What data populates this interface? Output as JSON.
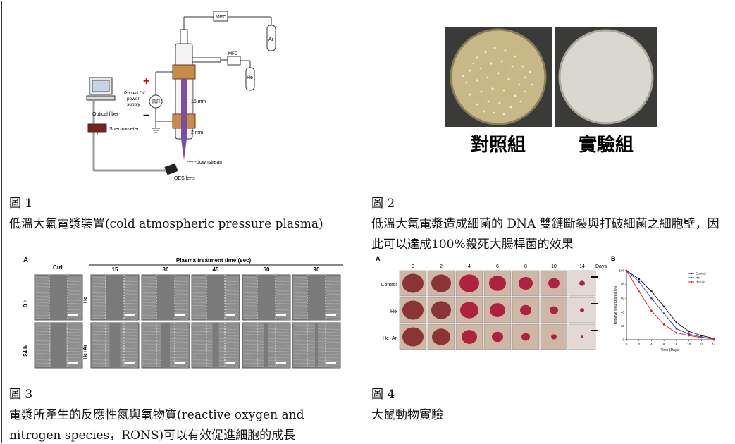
{
  "fig1": {
    "number": "圖 1",
    "caption": "低溫大氣電漿裝置(cold atmospheric pressure plasma)",
    "labels": {
      "mfc_top": "MFC",
      "ar": "Ar",
      "mfc_mid": "MFC",
      "he": "He",
      "plus": "+",
      "minus": "−",
      "power_line1": "Pulsed DC",
      "power_line2": "power",
      "power_line3": "supply",
      "len_15": "15 mm",
      "len_2": "2 mm",
      "optical_fiber": "Optical fiber",
      "spectrometer": "Spectrometer",
      "downstream": "------downstream",
      "oes_lens": "OES lens"
    }
  },
  "fig2": {
    "number": "圖 2",
    "caption": "低溫大氣電漿造成細菌的 DNA 雙鏈斷裂與打破細菌之細胞壁，因此可以達成100%殺死大腸桿菌的效果",
    "control_label": "對照組",
    "experiment_label": "實驗組"
  },
  "fig3": {
    "number": "圖 3",
    "caption": "電漿所產生的反應性氮與氧物質(reactive oxygen and nitrogen species，RONS)可以有效促進細胞的成長",
    "panel": "A",
    "ctrl_label": "Ctrl",
    "treatment_title": "Plasma treatment time (sec)",
    "times": [
      "15",
      "30",
      "45",
      "60",
      "90"
    ],
    "rows": [
      "0 h",
      "24 h"
    ],
    "gas_labels": [
      "He",
      "He+Ar"
    ]
  },
  "fig4": {
    "number": "圖 4",
    "caption": "大鼠動物實驗",
    "panel_a": "A",
    "panel_b": "B",
    "days": [
      "0",
      "2",
      "4",
      "6",
      "8",
      "10",
      "14"
    ],
    "days_label": "Days",
    "groups": [
      "Control",
      "He",
      "He+Ar"
    ],
    "chart_data": {
      "type": "line",
      "xlabel": "Time (Days)",
      "ylabel": "Relative wound area (%)",
      "xlim": [
        0,
        14
      ],
      "ylim": [
        0,
        100
      ],
      "x": [
        0,
        2,
        4,
        6,
        8,
        10,
        12,
        14
      ],
      "x_ticks": [
        "0",
        "2",
        "4",
        "6",
        "8",
        "10",
        "12",
        "14"
      ],
      "y_ticks": [
        "0",
        "20",
        "40",
        "60",
        "80",
        "100"
      ],
      "legend": "top-right",
      "series": [
        {
          "name": "Control",
          "color": "#111111",
          "values": [
            100,
            88,
            70,
            48,
            25,
            12,
            6,
            2
          ]
        },
        {
          "name": "He",
          "color": "#2a3fbf",
          "values": [
            100,
            84,
            60,
            38,
            16,
            8,
            4,
            1
          ]
        },
        {
          "name": "He+Ar",
          "color": "#d42020",
          "values": [
            100,
            70,
            42,
            22,
            10,
            6,
            3,
            1
          ]
        }
      ]
    }
  }
}
